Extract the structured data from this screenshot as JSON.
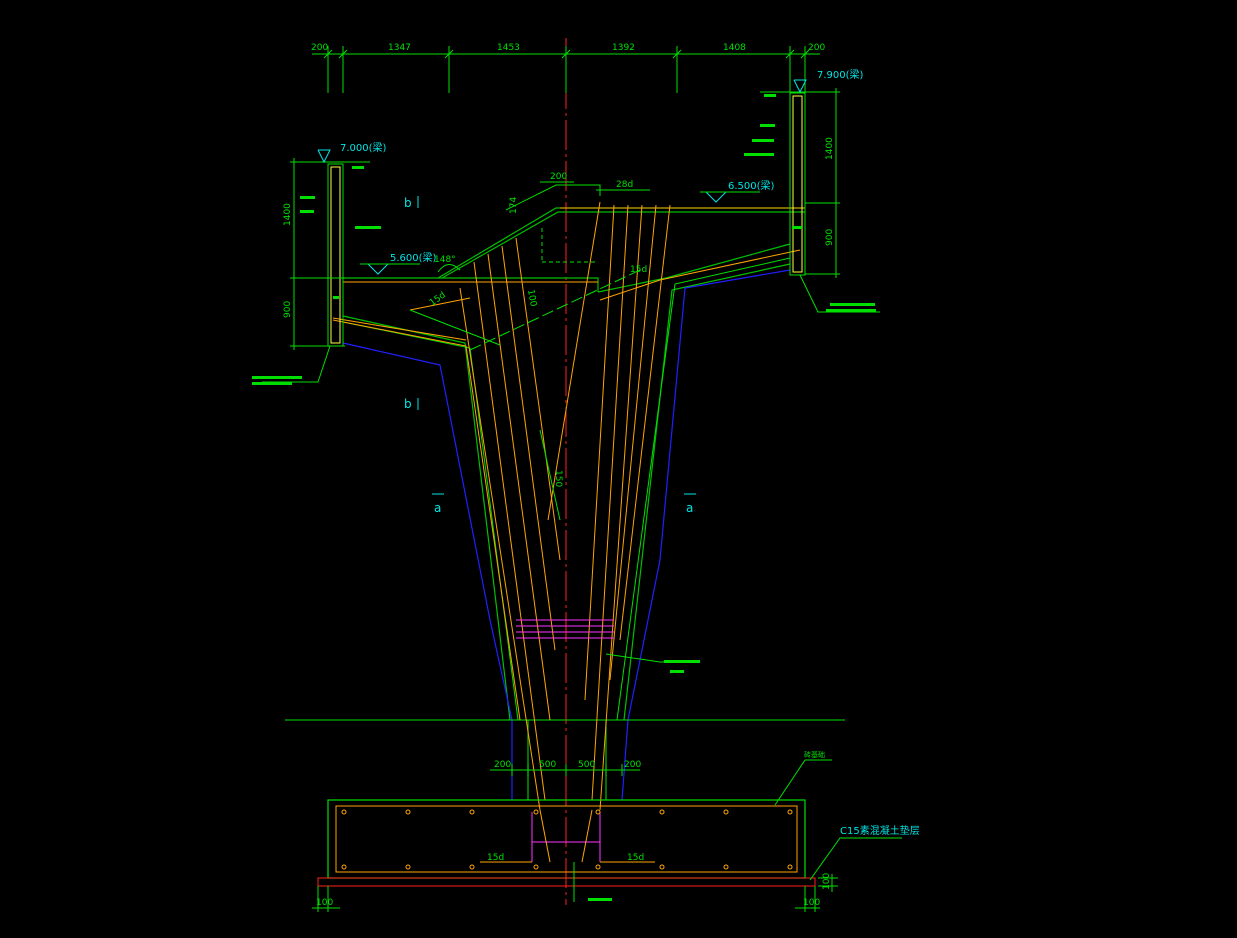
{
  "top_dims": [
    "200",
    "1347",
    "1453",
    "1392",
    "1408",
    "200"
  ],
  "elevations": {
    "right_top": "7.900(梁)",
    "left_top": "7.000(梁)",
    "mid_right": "6.500(梁)",
    "left_mid": "5.600(梁)"
  },
  "small_dims": {
    "d200": "200",
    "d28d": "28d",
    "angle": "148°",
    "d15d_a": "15d",
    "d15d_b": "15d",
    "d150": "150",
    "d100": "100",
    "d174": "174",
    "l_d1400": "1400",
    "l_d900": "900",
    "r_d1400": "1400",
    "r_d900": "900"
  },
  "section_marks": {
    "b_upper": "b",
    "b_lower": "b",
    "a_left": "a",
    "a_right": "a"
  },
  "bottom_dims": [
    "200",
    "500",
    "500",
    "200"
  ],
  "footing": {
    "label_top": "砖基础",
    "label_c15": "C15素混凝土垫层",
    "d15d_left": "15d",
    "d15d_right": "15d",
    "d100_left": "100",
    "d100_right": "100",
    "d100_side": "100"
  },
  "colors": {
    "background": "#000000",
    "dimension": "#00e000",
    "concrete_outline": "#00c000",
    "rebar": "#ffa500",
    "axis": "#ff2020",
    "stirrup": "#ff33ff",
    "outer_line": "#2020ff",
    "text_cyan": "#00e5e5",
    "beam": "#ffff40"
  }
}
